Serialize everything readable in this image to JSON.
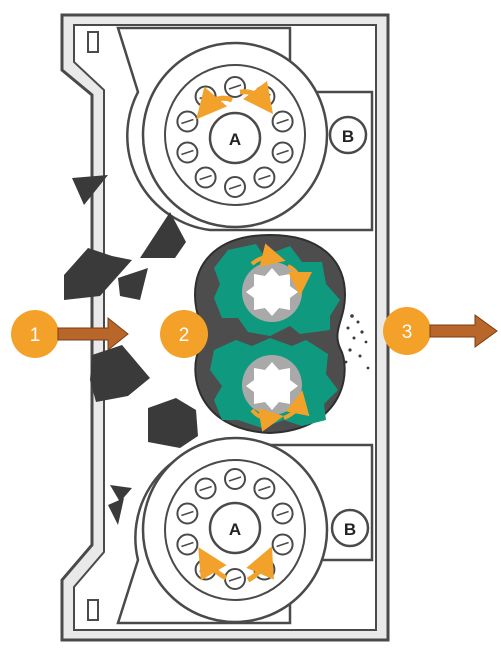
{
  "labels": {
    "rotor_top": "A",
    "bearing_top": "B",
    "rotor_bottom": "A",
    "bearing_bottom": "B"
  },
  "steps": [
    {
      "number": "1"
    },
    {
      "number": "2"
    },
    {
      "number": "3"
    }
  ],
  "colors": {
    "housing_outline": "#4a4a4a",
    "housing_fill": "#e8e8e8",
    "debris": "#3a3a3a",
    "gear_ring": "#4d4d4d",
    "gear_teeth": "#0f9a7f",
    "gear_hub": "#a9a9a9",
    "badge": "#f4a12a",
    "flow_arrow": "#b8662a",
    "rotation_arrow": "#f2a22a"
  },
  "icons": {
    "rotation": "rotation-arrow-icon",
    "flow": "flow-arrow-icon"
  }
}
